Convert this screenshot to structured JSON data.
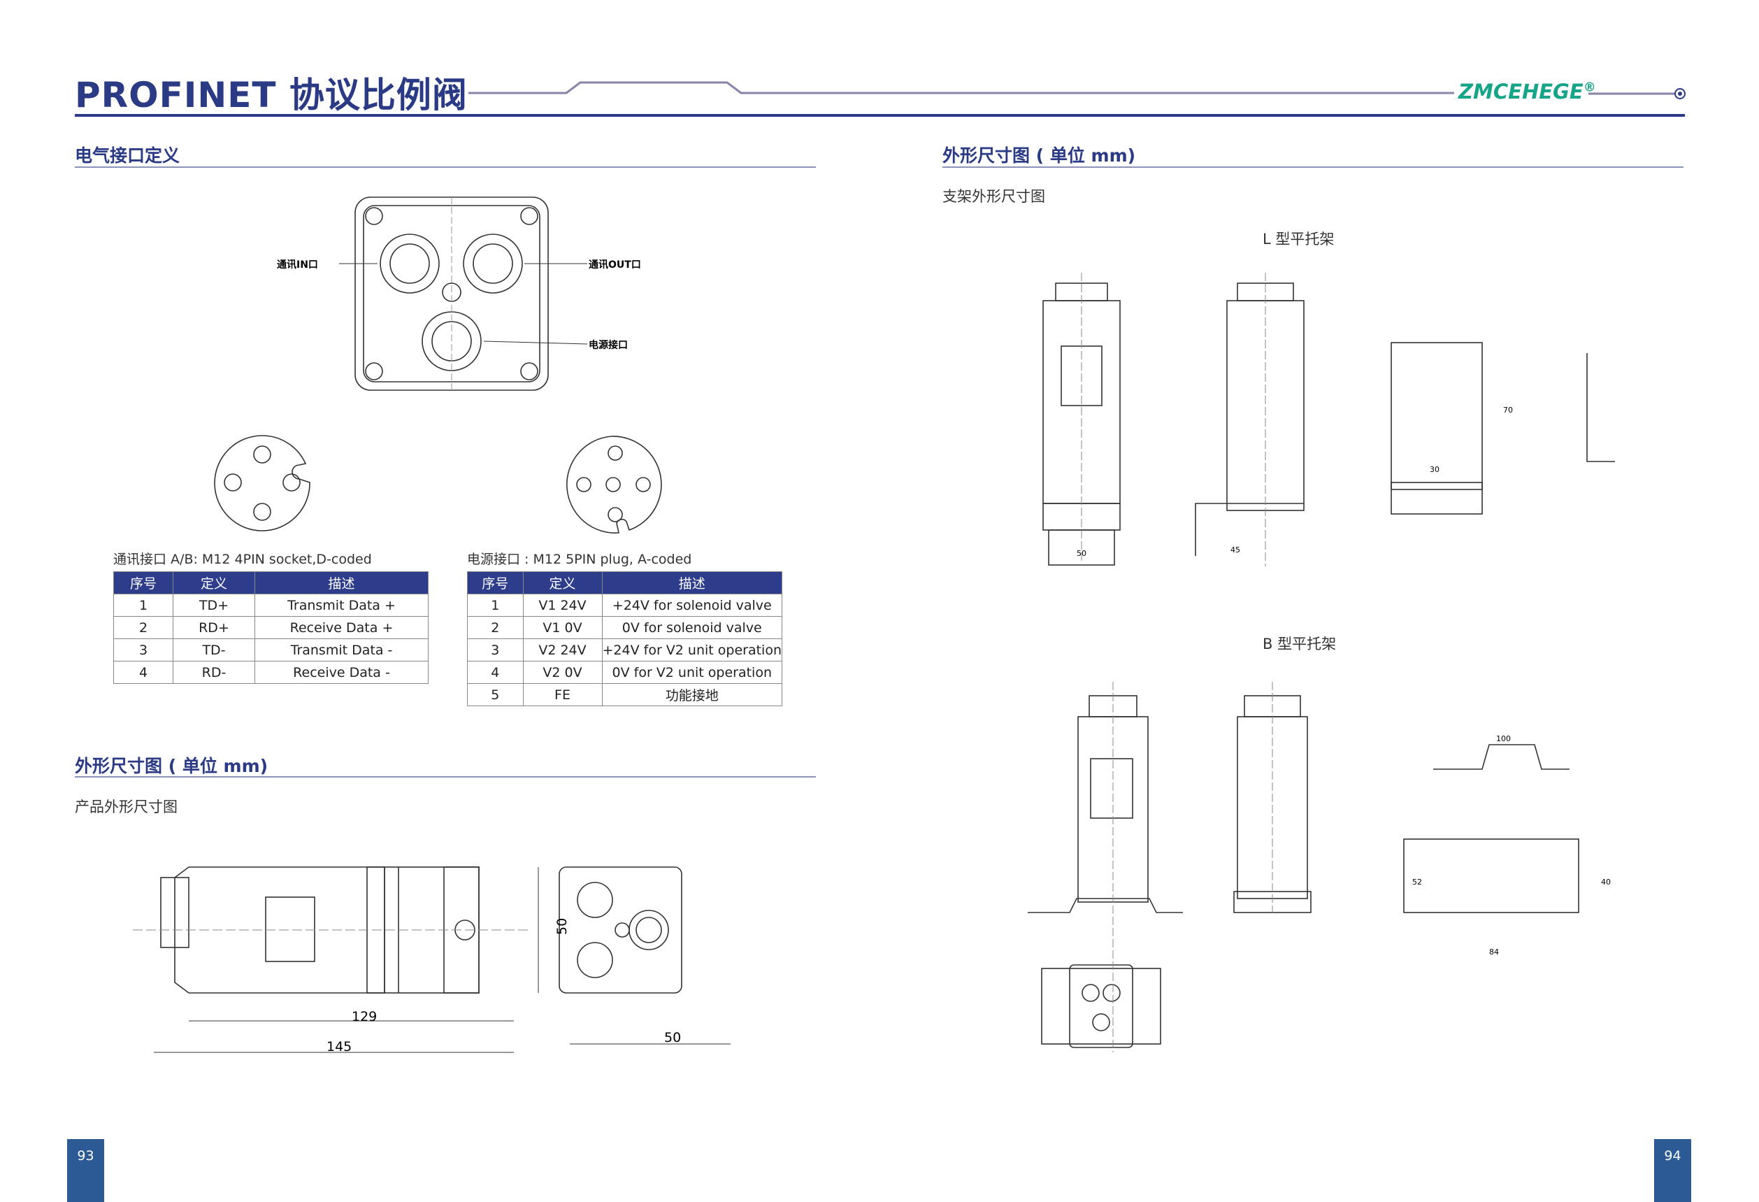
{
  "header": {
    "title": "PROFINET 协议比例阀",
    "brand": "ZMCEHEGE",
    "brand_mark": "®"
  },
  "left": {
    "section1_title": "电气接口定义",
    "connector_labels": {
      "in": "通讯IN口",
      "out": "通讯OUT口",
      "power": "电源接口"
    },
    "table1": {
      "caption": "通讯接口 A/B: M12 4PIN socket,D-coded",
      "headers": [
        "序号",
        "定义",
        "描述"
      ],
      "rows": [
        [
          "1",
          "TD+",
          "Transmit Data +"
        ],
        [
          "2",
          "RD+",
          "Receive Data +"
        ],
        [
          "3",
          "TD-",
          "Transmit Data -"
        ],
        [
          "4",
          "RD-",
          "Receive Data -"
        ]
      ]
    },
    "table2": {
      "caption": "电源接口 : M12 5PIN plug, A-coded",
      "headers": [
        "序号",
        "定义",
        "描述"
      ],
      "rows": [
        [
          "1",
          "V1 24V",
          "+24V for solenoid valve"
        ],
        [
          "2",
          "V1 0V",
          "0V for solenoid valve"
        ],
        [
          "3",
          "V2 24V",
          "+24V for V2 unit operation"
        ],
        [
          "4",
          "V2 0V",
          "0V for V2 unit operation"
        ],
        [
          "5",
          "FE",
          "功能接地"
        ]
      ]
    },
    "section2_title": "外形尺寸图 ( 单位 mm)",
    "product_subtitle": "产品外形尺寸图",
    "dims": {
      "len_inner": "129",
      "len_outer": "145",
      "height": "50",
      "width": "50"
    }
  },
  "right": {
    "section_title": "外形尺寸图 ( 单位 mm)",
    "subtitle": "支架外形尺寸图",
    "l_bracket": "L 型平托架",
    "b_bracket": "B 型平托架",
    "l_dims": {
      "w50": "50",
      "w45": "45",
      "w30": "30",
      "h70": "70"
    },
    "b_dims": {
      "w100": "100",
      "w84": "84",
      "h52": "52",
      "h40": "40"
    }
  },
  "footer": {
    "page_left": "93",
    "page_right": "94"
  }
}
